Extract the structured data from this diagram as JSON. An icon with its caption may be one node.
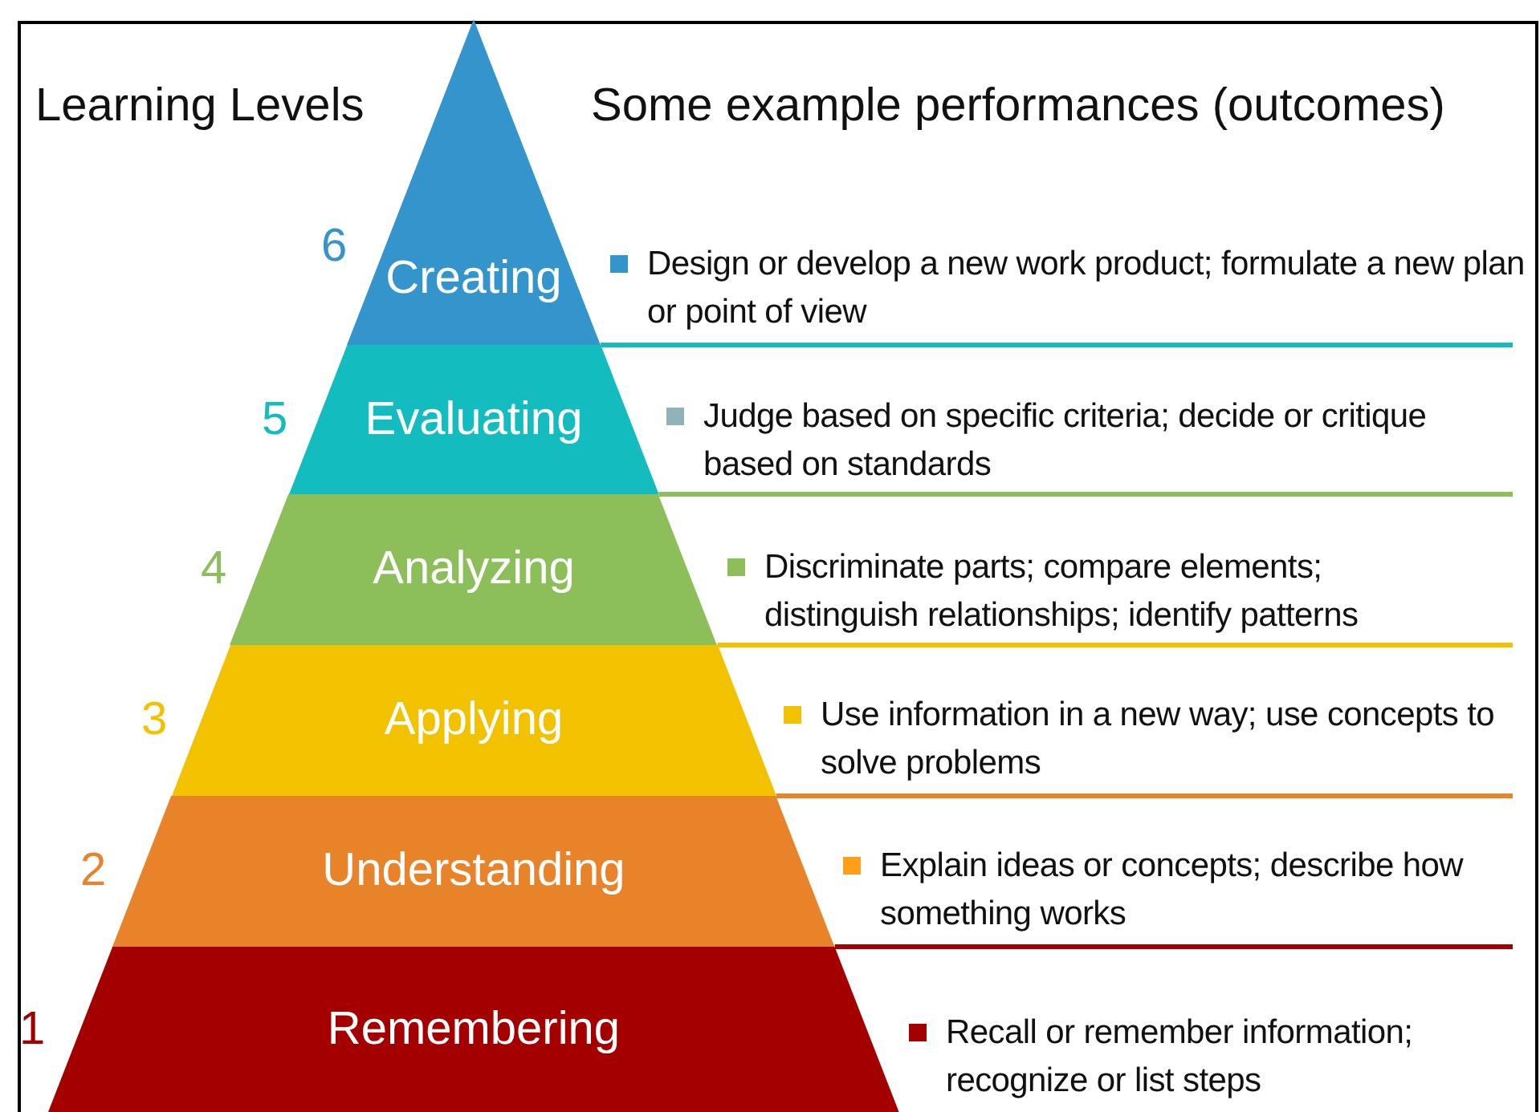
{
  "diagram": {
    "nodes": [
      {
        "text": [
          "Creating"
        ],
        "beside": [
          "6"
        ]
      },
      {
        "text": [
          "Evaluating"
        ],
        "beside": [
          "5"
        ]
      },
      {
        "text": [
          "Analyzing"
        ],
        "beside": [
          "4"
        ]
      },
      {
        "text": [
          "Applying"
        ],
        "beside": [
          "3"
        ]
      },
      {
        "text": [
          "Understanding"
        ],
        "beside": [
          "2"
        ]
      },
      {
        "text": [
          "Remembering"
        ],
        "beside": [
          "1"
        ]
      }
    ],
    "labels": [
      "Learning Levels",
      "Some example performances (outcomes)",
      "Design or develop a new work product; formulate a new plan or point of view",
      "Judge based on specific criteria; decide or critique based on standards",
      "Discriminate parts; compare elements; distinguish relationships; identify patterns",
      "Use information in a new way; use concepts to solve problems",
      "Explain ideas or concepts; describe how something works",
      "Recall or remember information; recognize or list steps"
    ]
  }
}
